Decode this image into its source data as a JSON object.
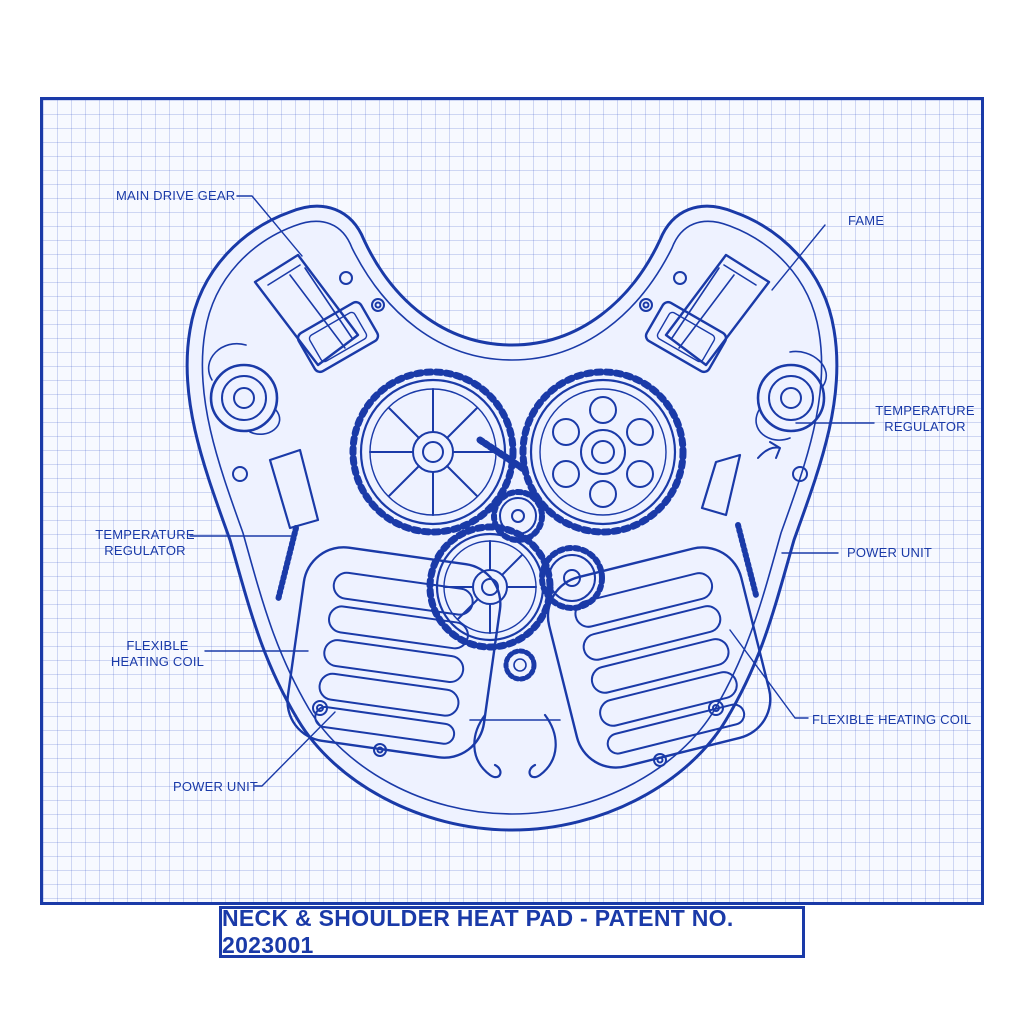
{
  "title": "NECK & SHOULDER HEAT PAD - PATENT NO. 2023001",
  "labels": {
    "main_drive_gear": "MAIN DRIVE GEAR",
    "fame": "FAME",
    "temp_reg_right_1": "TEMPERATURE",
    "temp_reg_right_2": "REGULATOR",
    "temp_reg_left_1": "TEMPERATURE",
    "temp_reg_left_2": "REGULATOR",
    "power_unit_right": "POWER UNIT",
    "flexible_coil_left_1": "FLEXIBLE",
    "flexible_coil_left_2": "HEATING COIL",
    "flexible_coil_right": "FLEXIBLE HEATING COIL",
    "power_unit_left": "POWER UNIT"
  },
  "colors": {
    "ink": "#1a3aa8",
    "paper": "#f7f9ff",
    "grid": "#c5cff0"
  }
}
